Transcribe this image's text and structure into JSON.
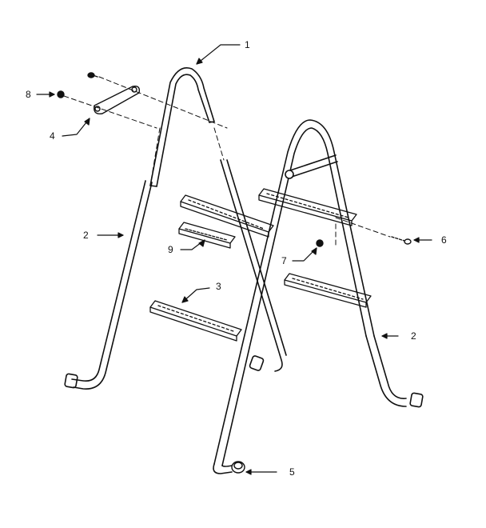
{
  "diagram": {
    "callouts": [
      {
        "id": "1",
        "part": "frame-top"
      },
      {
        "id": "2",
        "part": "leg-left"
      },
      {
        "id": "2",
        "part": "leg-right"
      },
      {
        "id": "3",
        "part": "step-lower-left"
      },
      {
        "id": "4",
        "part": "bracket"
      },
      {
        "id": "5",
        "part": "end-cap"
      },
      {
        "id": "6",
        "part": "bolt"
      },
      {
        "id": "7",
        "part": "nut"
      },
      {
        "id": "8",
        "part": "nut-bracket"
      },
      {
        "id": "9",
        "part": "step-loose"
      }
    ]
  }
}
